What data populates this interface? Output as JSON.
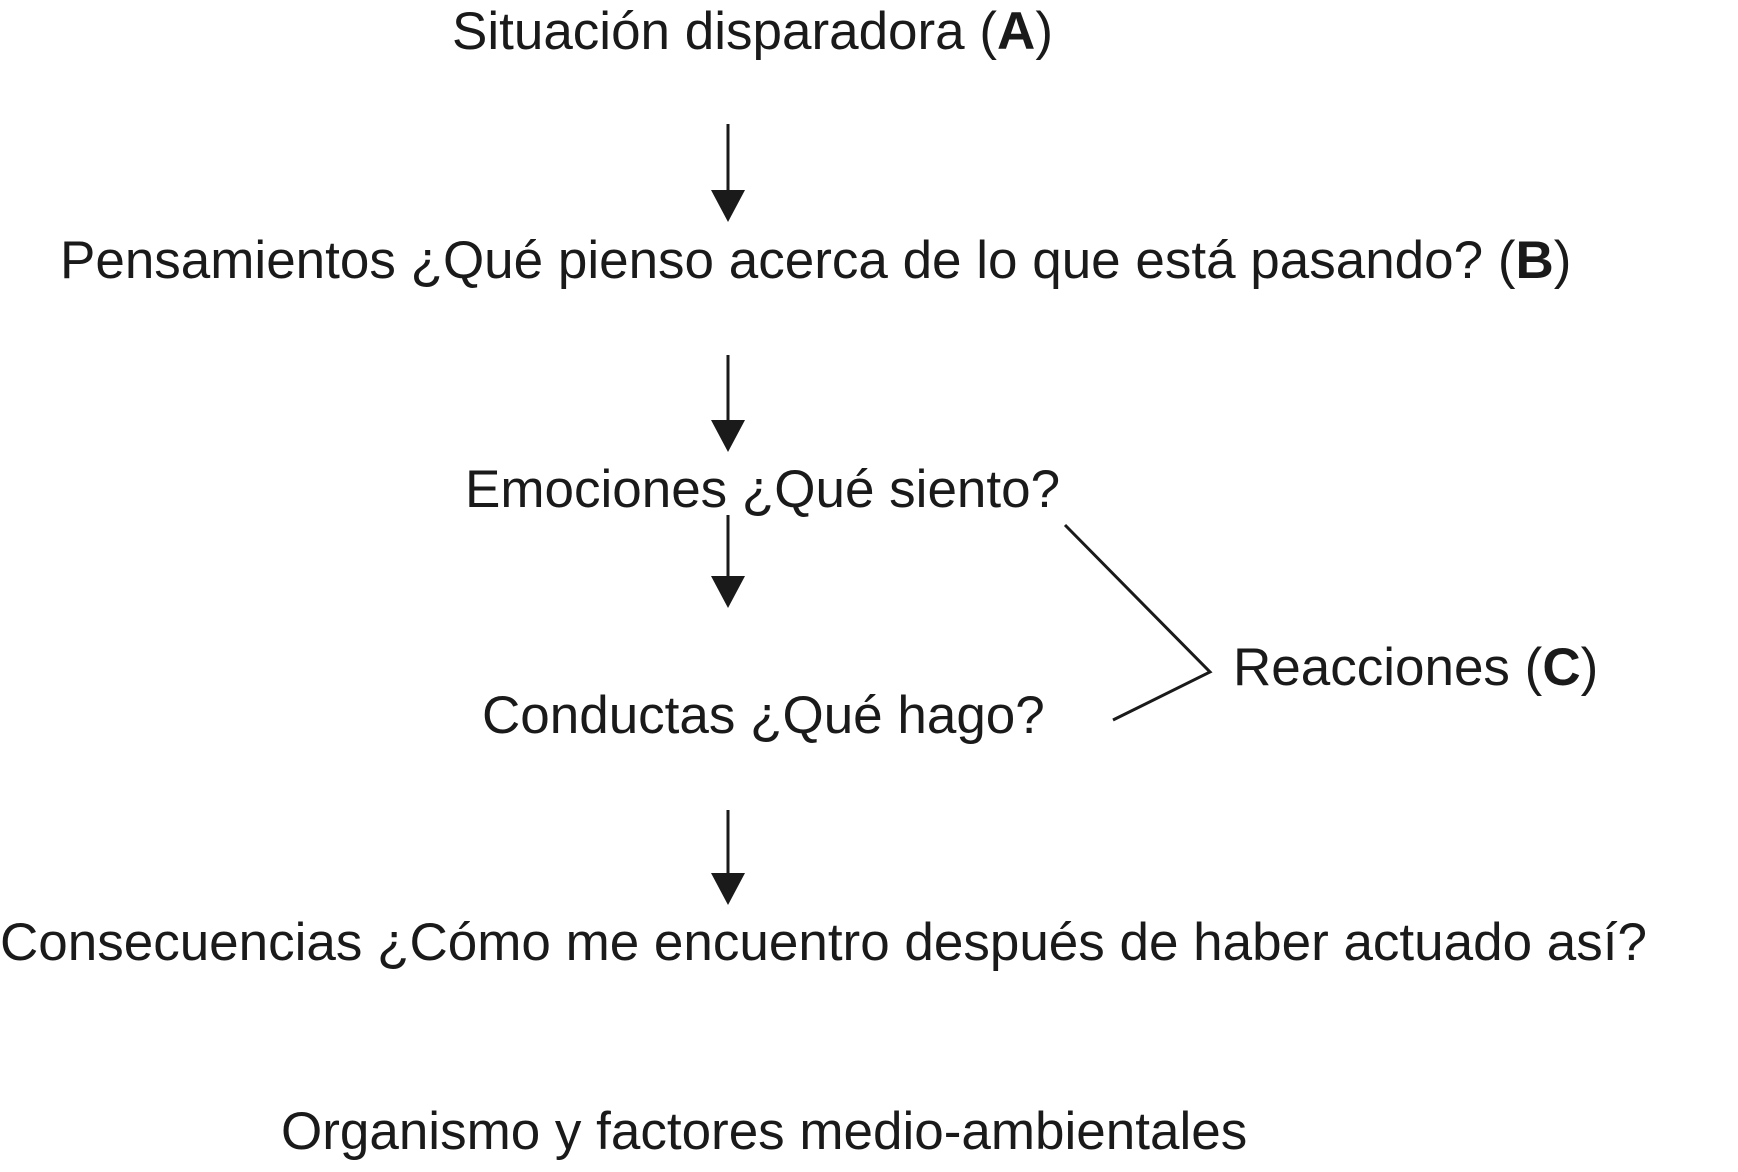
{
  "nodes": {
    "situacion": {
      "text": "Situación disparadora (",
      "tag": "A",
      "close": ")"
    },
    "pensamientos": {
      "text": "Pensamientos ¿Qué pienso acerca de lo que está pasando? (",
      "tag": "B",
      "close": ")"
    },
    "emociones": {
      "text": "Emociones ¿Qué siento?"
    },
    "conductas": {
      "text": "Conductas ¿Qué hago?"
    },
    "reacciones": {
      "text": "Reacciones (",
      "tag": "C",
      "close": ")"
    },
    "consecuencias": {
      "text": "Consecuencias ¿Cómo me encuentro después de haber actuado así?"
    },
    "organismo": {
      "text": "Organismo y factores medio-ambientales"
    }
  },
  "colors": {
    "ink": "#1a1a1a",
    "background": "#ffffff"
  }
}
